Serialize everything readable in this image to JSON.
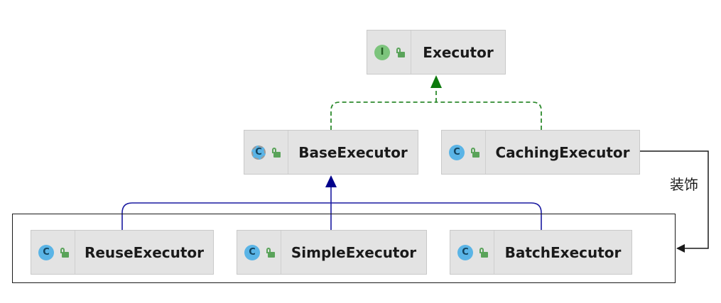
{
  "nodes": {
    "executor": {
      "name": "Executor",
      "kind": "interface",
      "badge_letter": "I"
    },
    "base_executor": {
      "name": "BaseExecutor",
      "kind": "abstract-class",
      "badge_letter": "C"
    },
    "caching_executor": {
      "name": "CachingExecutor",
      "kind": "class",
      "badge_letter": "C"
    },
    "reuse_executor": {
      "name": "ReuseExecutor",
      "kind": "class",
      "badge_letter": "C"
    },
    "simple_executor": {
      "name": "SimpleExecutor",
      "kind": "class",
      "badge_letter": "C"
    },
    "batch_executor": {
      "name": "BatchExecutor",
      "kind": "class",
      "badge_letter": "C"
    }
  },
  "edges": [
    {
      "from": "BaseExecutor",
      "to": "Executor",
      "type": "implements"
    },
    {
      "from": "CachingExecutor",
      "to": "Executor",
      "type": "implements"
    },
    {
      "from": "ReuseExecutor",
      "to": "BaseExecutor",
      "type": "extends"
    },
    {
      "from": "SimpleExecutor",
      "to": "BaseExecutor",
      "type": "extends"
    },
    {
      "from": "BatchExecutor",
      "to": "BaseExecutor",
      "type": "extends"
    },
    {
      "from": "CachingExecutor",
      "to": "group",
      "type": "decorates"
    }
  ],
  "annotation": {
    "decorate_label": "装饰"
  },
  "colors": {
    "implements": "#2e8b2e",
    "extends": "#1a1aa0",
    "decorates": "#1a1a1a",
    "node_fill": "#e3e3e3",
    "interface_badge": "#7cc47c",
    "class_badge": "#5ab4e6"
  }
}
